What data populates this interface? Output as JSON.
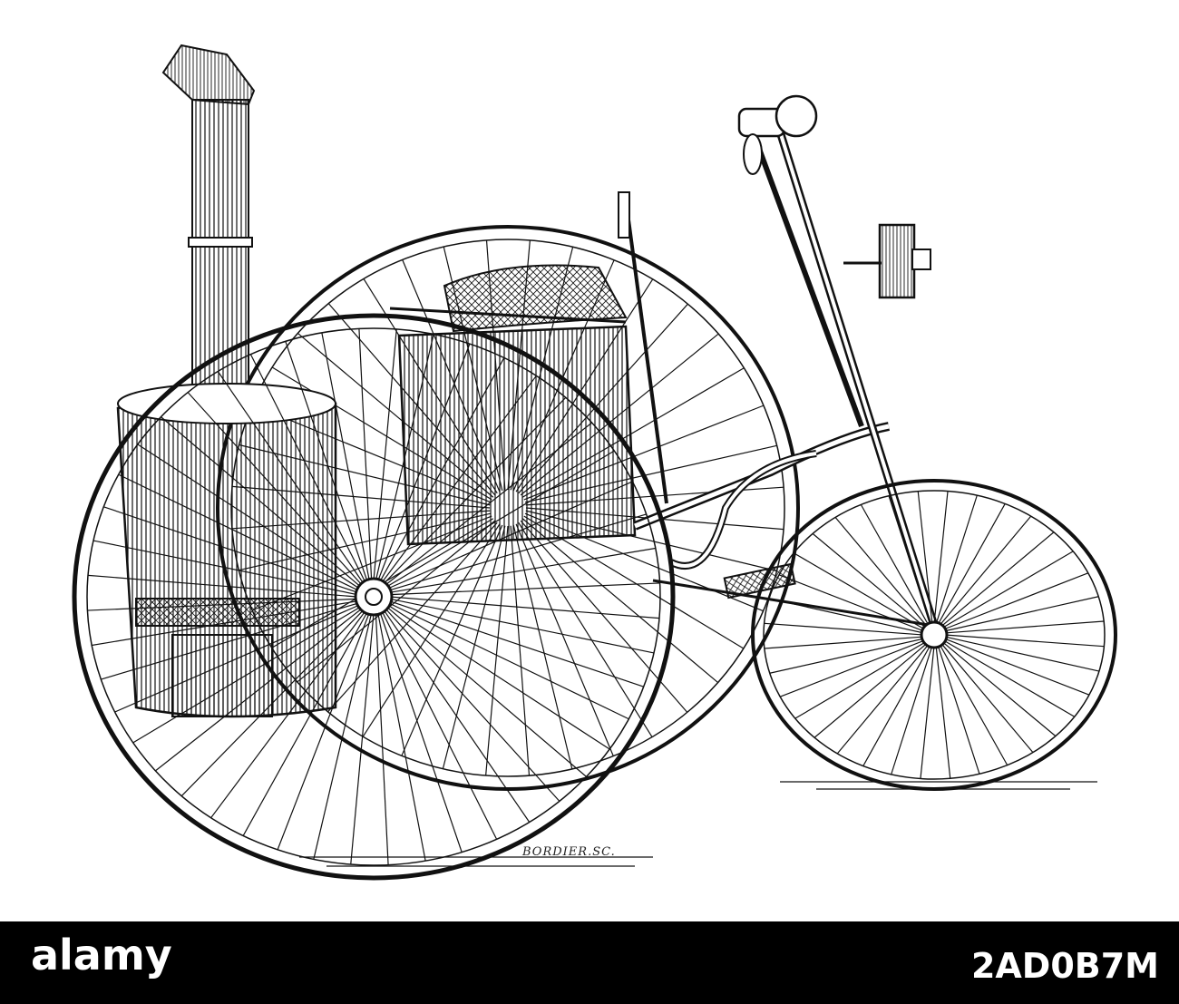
{
  "image": {
    "subject": "steam-tricycle-engraving",
    "ink_color": "#111111",
    "paper_color": "#ffffff"
  },
  "signature": {
    "text": "BORDIER.SC."
  },
  "footer": {
    "logo": "alamy",
    "image_id": "2AD0B7M",
    "bar_color": "#000000",
    "text_color": "#ffffff"
  }
}
